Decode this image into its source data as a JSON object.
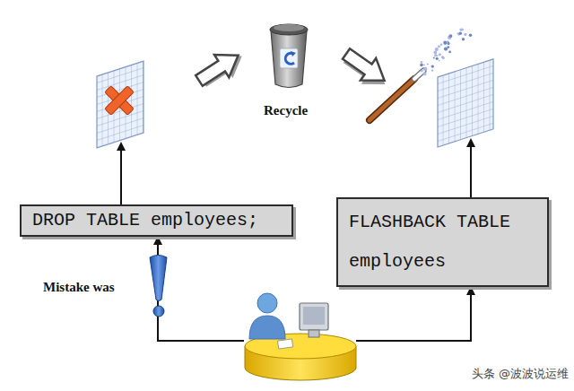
{
  "diagram": {
    "nodes": [
      {
        "text": [
          "DROP TABLE employees;"
        ]
      },
      {
        "text": [
          "FLASHBACK TABLE employees"
        ]
      }
    ],
    "labels": [
      "Recycle",
      "Mistake was",
      "头条 @波波说运维"
    ]
  }
}
